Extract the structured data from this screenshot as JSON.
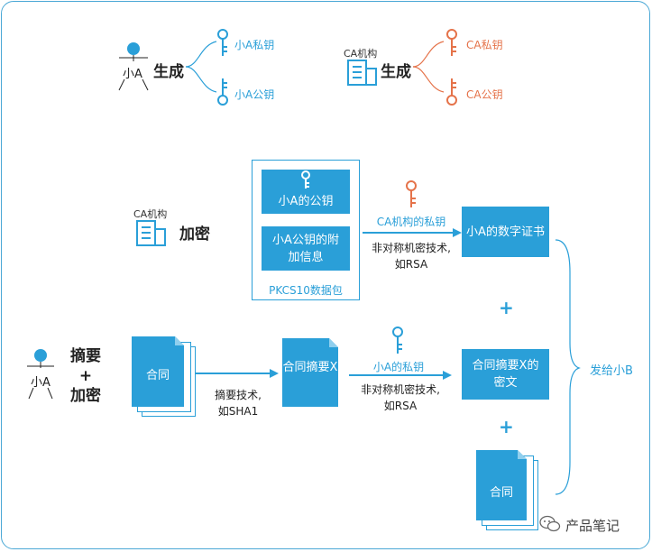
{
  "top_left": {
    "person_label": "小A",
    "action": "生成",
    "private_key": "小A私钥",
    "public_key": "小A公钥"
  },
  "top_right": {
    "org_label": "CA机构",
    "action": "生成",
    "private_key": "CA私钥",
    "public_key": "CA公钥"
  },
  "encrypt_section": {
    "org_label": "CA机构",
    "action": "加密",
    "pkcs_box_1": "小A的公钥",
    "pkcs_box_2": "小A公钥的附加信息",
    "pkcs_caption": "PKCS10数据包",
    "ca_private_key": "CA机构的私钥",
    "arrow_note_line1": "非对称机密技术,",
    "arrow_note_line2": "如RSA",
    "certificate": "小A的数字证书"
  },
  "digest_section": {
    "person_label": "小A",
    "action_line1": "摘要",
    "plus": "+",
    "action_line2": "加密",
    "document": "合同",
    "digest_note_line1": "摘要技术,",
    "digest_note_line2": "如SHA1",
    "digest_box": "合同摘要X",
    "private_key": "小A的私钥",
    "encrypt_note_line1": "非对称机密技术,",
    "encrypt_note_line2": "如RSA",
    "ciphertext_box": "合同摘要X的密文",
    "document_copy": "合同"
  },
  "plus_upper": "+",
  "plus_lower": "+",
  "send_to": "发给小B",
  "watermark": "产品笔记",
  "colors": {
    "blue": "#2a9fd8",
    "orange": "#e5734a",
    "border": "#4aa8d6"
  }
}
